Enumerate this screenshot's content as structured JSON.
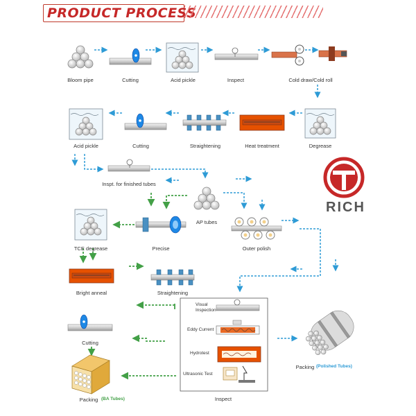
{
  "header": {
    "title": "PRODUCT PROCESS"
  },
  "steps": {
    "bloom_pipe": "Bloom pipe",
    "cutting_1": "Cutting",
    "acid_pickle_1": "Acid pickle",
    "inspect_1": "Inspect",
    "cold_draw": "Cold draw/Cold roll",
    "acid_pickle_2": "Acid pickle",
    "cutting_2": "Cutting",
    "straightening_1": "Straightening",
    "heat_treatment": "Heat treatment",
    "degrease": "Degrease",
    "inspt_finished": "Inspt. for finished tubes",
    "ap_tubes": "AP tubes",
    "tce_degrease": "TCE degrease",
    "precise": "Precise",
    "outer_polish": "Outer polish",
    "bright_anneal": "Bright anneal",
    "straightening_2": "Straightening",
    "cutting_3": "Cutting",
    "inspect_2": "Inspect",
    "packing_polished": "Packing",
    "packing_polished_note": "(Polished Tubes)",
    "packing_ba": "Packing",
    "packing_ba_note": "(BA Tubes)"
  },
  "inspect_box": {
    "visual": [
      "Visual",
      "Inspection"
    ],
    "eddy": "Eddy Current",
    "hydro": "Hydrotest",
    "ultra": "Ultrasonic Test"
  },
  "logo": {
    "text": "RICH",
    "color": "#c62828"
  },
  "colors": {
    "blue_arrow": "#2e9bd6",
    "green_arrow": "#43a047",
    "furnace": "#e65100"
  }
}
